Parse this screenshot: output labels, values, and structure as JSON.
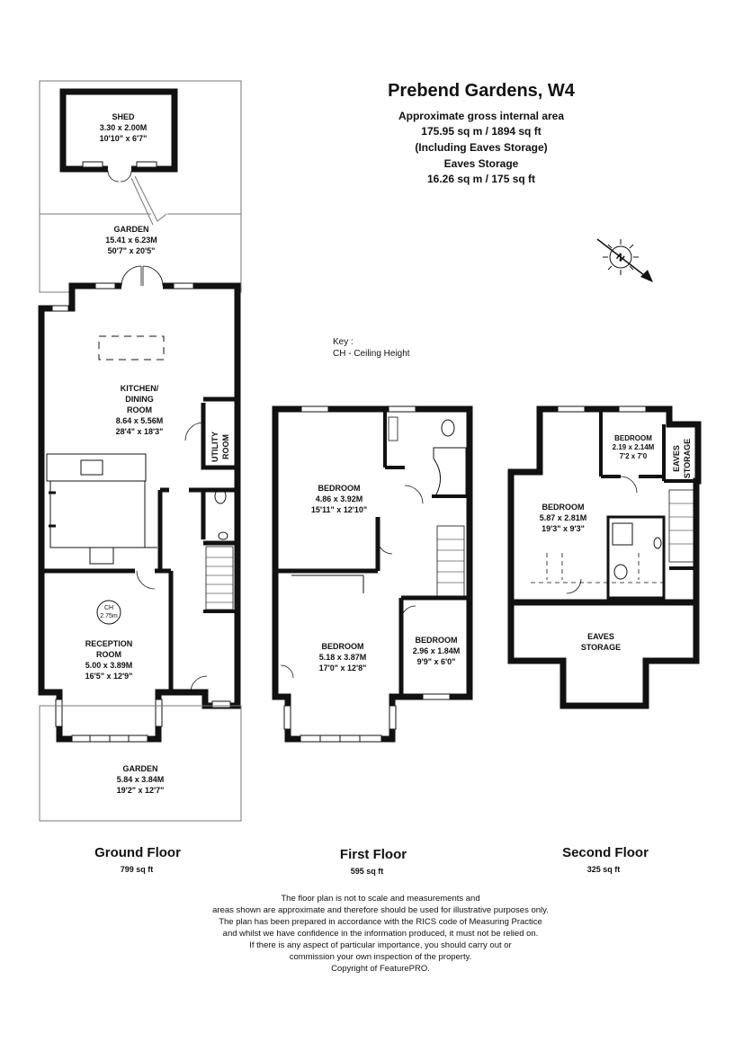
{
  "header": {
    "title": "Prebend Gardens, W4",
    "area_lines": [
      "Approximate gross internal area",
      "175.95 sq m /  1894 sq ft",
      "(Including Eaves Storage)",
      "Eaves Storage",
      "16.26 sq m /  175 sq ft"
    ]
  },
  "key": {
    "title": "Key :",
    "item": "CH - Ceiling Height"
  },
  "compass": {
    "letter": "N"
  },
  "ceiling_marker": {
    "label": "CH",
    "value": "2.75m"
  },
  "rooms": {
    "shed": "SHED\n3.30 x 2.00M\n10'10\" x 6'7\"",
    "garden_rear": "GARDEN\n15.41 x 6.23M\n50'7\" x 20'5\"",
    "kitchen": "KITCHEN/\nDINING\nROOM\n8.64 x 5.56M\n28'4\" x 18'3\"",
    "utility": "UTILITY\nROOM",
    "reception": "RECEPTION\nROOM\n5.00 x 3.89M\n16'5\" x 12'9\"",
    "garden_front": "GARDEN\n5.84 x 3.84M\n19'2\" x 12'7\"",
    "ff_bedroom1": "BEDROOM\n4.86 x 3.92M\n15'11\" x 12'10\"",
    "ff_bedroom2": "BEDROOM\n5.18 x 3.87M\n17'0\" x 12'8\"",
    "ff_bedroom3": "BEDROOM\n2.96 x 1.84M\n9'9\" x 6'0\"",
    "sf_bedroom1": "BEDROOM\n5.87 x 2.81M\n19'3\" x 9'3\"",
    "sf_bedroom2": "BEDROOM\n2.19 x 2.14M\n7'2 x 7'0",
    "eaves_side": "EAVES\nSTORAGE",
    "eaves_main": "EAVES\nSTORAGE"
  },
  "floors": [
    {
      "name": "Ground Floor",
      "area": "799 sq ft"
    },
    {
      "name": "First Floor",
      "area": "595 sq ft"
    },
    {
      "name": "Second Floor",
      "area": "325 sq ft"
    }
  ],
  "disclaimer": [
    "The floor plan is not to scale and measurements and",
    "areas shown are approximate and therefore should be used for illustrative purposes only.",
    "The plan has been prepared in accordance with the RICS code of Measuring Practice",
    "and whilst we have confidence in the information produced, it must not be relied on.",
    "If there is any aspect of particular importance, you should carry out or",
    "commission your own inspection of the property.",
    "Copyright of FeaturePRO."
  ]
}
